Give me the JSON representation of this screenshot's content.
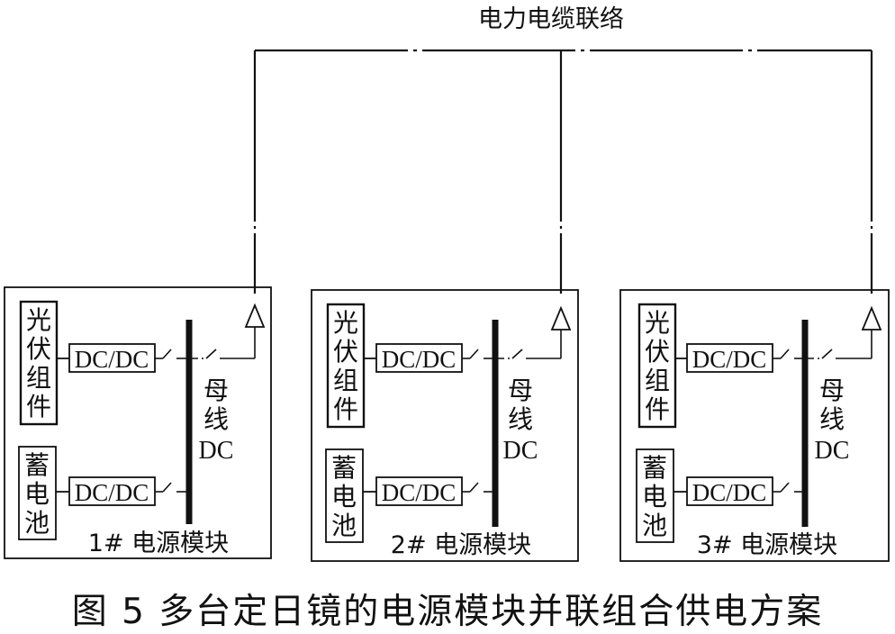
{
  "cable_label": "电力电缆联络",
  "modules": [
    {
      "pv": [
        "光",
        "伏",
        "组",
        "件"
      ],
      "battery": [
        "蓄",
        "电",
        "池"
      ],
      "converter_pv": "DC/DC",
      "converter_battery": "DC/DC",
      "bus_label": [
        "母",
        "线",
        "DC"
      ],
      "module_label": "1# 电源模块"
    },
    {
      "pv": [
        "光",
        "伏",
        "组",
        "件"
      ],
      "battery": [
        "蓄",
        "电",
        "池"
      ],
      "converter_pv": "DC/DC",
      "converter_battery": "DC/DC",
      "bus_label": [
        "母",
        "线",
        "DC"
      ],
      "module_label": "2# 电源模块"
    },
    {
      "pv": [
        "光",
        "伏",
        "组",
        "件"
      ],
      "battery": [
        "蓄",
        "电",
        "池"
      ],
      "converter_pv": "DC/DC",
      "converter_battery": "DC/DC",
      "bus_label": [
        "母",
        "线",
        "DC"
      ],
      "module_label": "3# 电源模块"
    }
  ],
  "caption": "图 5  多台定日镜的电源模块并联组合供电方案"
}
